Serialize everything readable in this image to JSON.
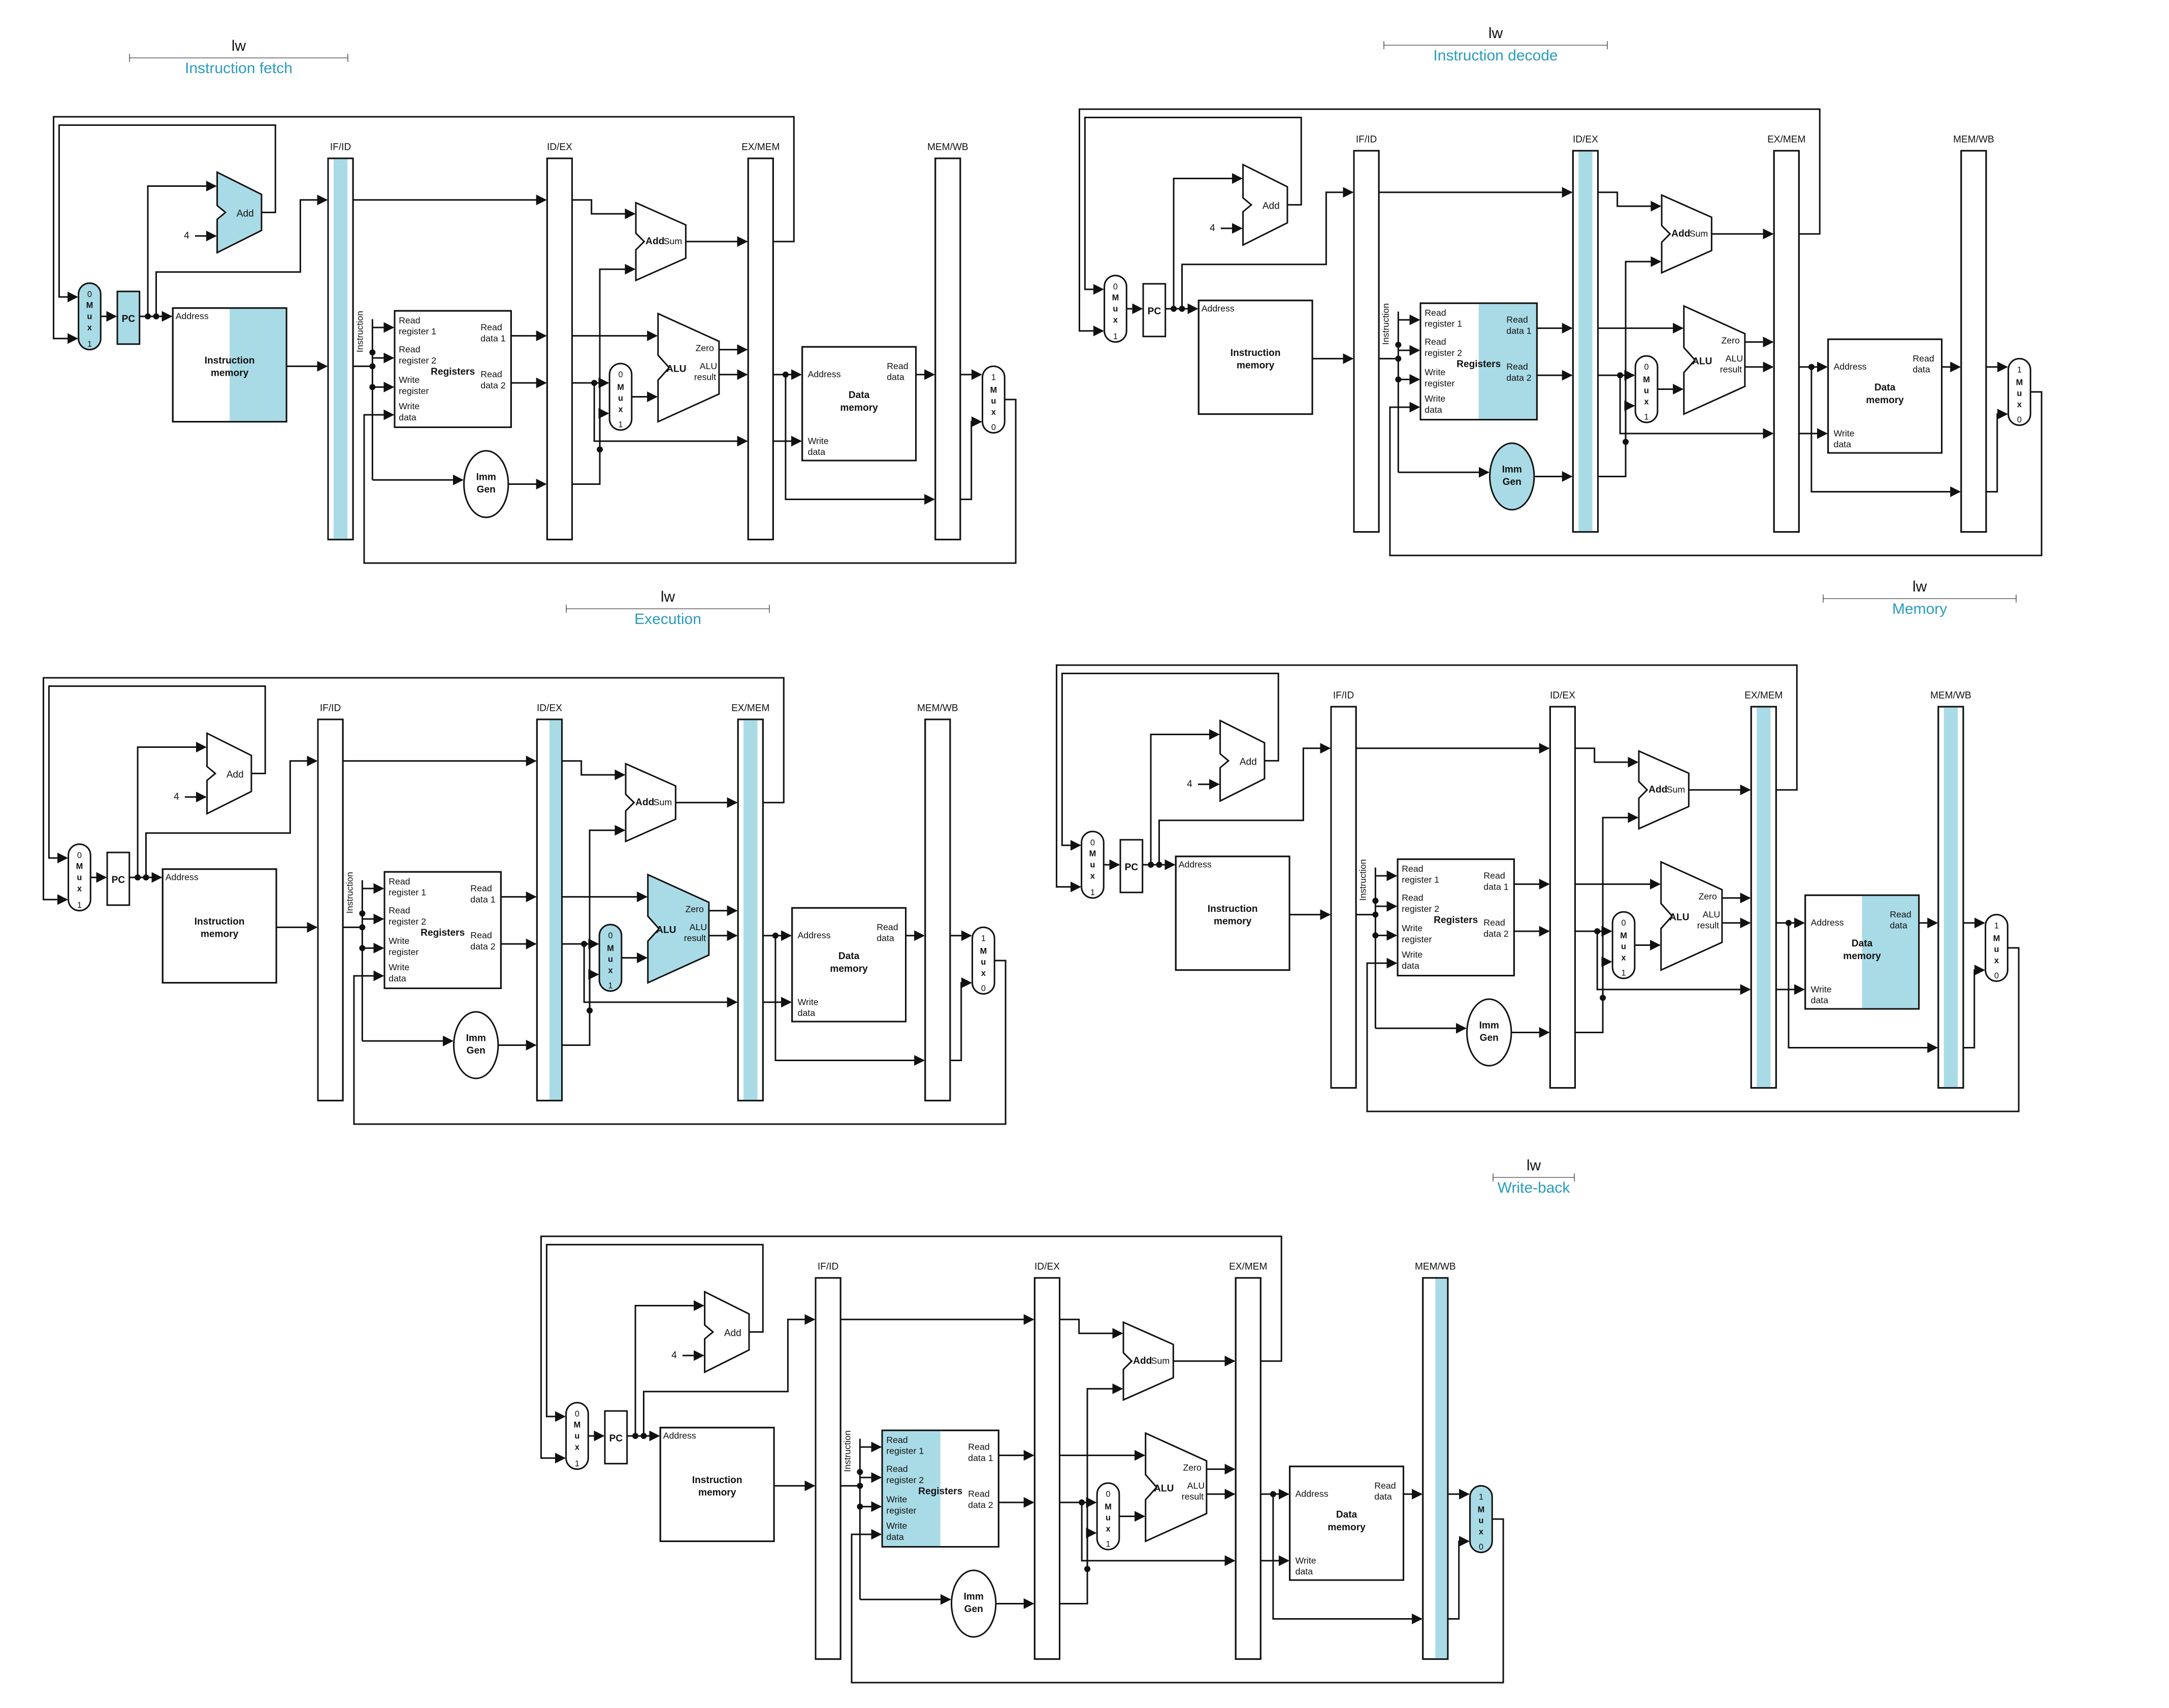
{
  "stage_tag": "lw",
  "stages": [
    {
      "id": "fetch",
      "label": "Instruction fetch",
      "highlight": [
        "add_pc",
        "pc",
        "mux_pc",
        "imem_right",
        "ifid"
      ]
    },
    {
      "id": "decode",
      "label": "Instruction decode",
      "highlight": [
        "reg_right",
        "imm",
        "idex"
      ]
    },
    {
      "id": "execute",
      "label": "Execution",
      "highlight": [
        "alu",
        "mux_alu",
        "exmem",
        "idex_right"
      ]
    },
    {
      "id": "memory",
      "label": "Memory",
      "highlight": [
        "dmem_right",
        "exmem",
        "memwb"
      ]
    },
    {
      "id": "writeback",
      "label": "Write-back",
      "highlight": [
        "reg_left",
        "mux_wb",
        "memwb_right"
      ]
    }
  ],
  "labels": {
    "ifid": "IF/ID",
    "idex": "ID/EX",
    "exmem": "EX/MEM",
    "memwb": "MEM/WB",
    "add": "Add",
    "sum": "Sum",
    "four": "4",
    "pc": "PC",
    "address": "Address",
    "imem_1": "Instruction",
    "imem_2": "memory",
    "instruction": "Instruction",
    "rr1_1": "Read",
    "rr1_2": "register 1",
    "rr2_1": "Read",
    "rr2_2": "register 2",
    "wr_1": "Write",
    "wr_2": "register",
    "wd_1": "Write",
    "wd_2": "data",
    "registers": "Registers",
    "rd1_1": "Read",
    "rd1_2": "data 1",
    "rd2_1": "Read",
    "rd2_2": "data 2",
    "imm_1": "Imm",
    "imm_2": "Gen",
    "alu": "ALU",
    "zero": "Zero",
    "alu_res_1": "ALU",
    "alu_res_2": "result",
    "dmem_1": "Data",
    "dmem_2": "memory",
    "dm_read_1": "Read",
    "dm_read_2": "data",
    "mux_letters": [
      "M",
      "u",
      "x"
    ],
    "mux_0": "0",
    "mux_1": "1"
  },
  "colors": {
    "highlight": "#a9dbe6",
    "title": "#2a9bc0",
    "line": "#111111"
  }
}
